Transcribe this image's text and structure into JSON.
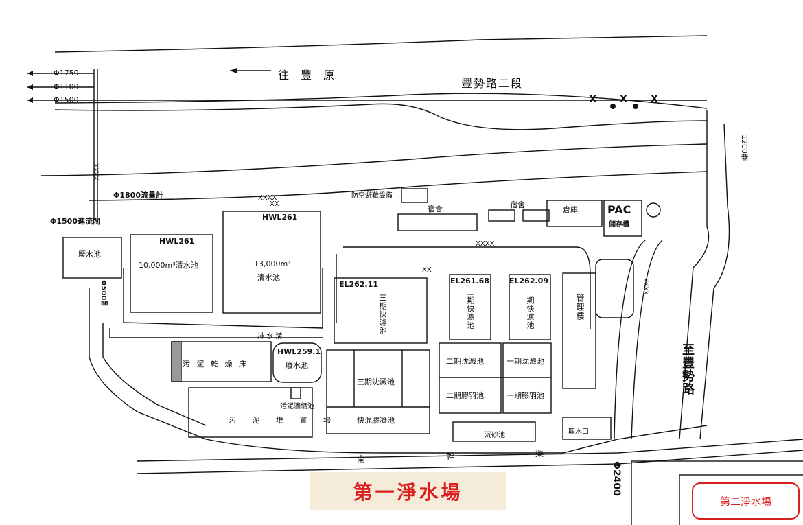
{
  "title": "第一淨水場",
  "second_plant": "第二淨水場",
  "roads": {
    "to_fengyuan": "往 豐 原",
    "fengshi_road": "豐勢路二段",
    "lane_1200": "1200巷",
    "to_fengshi_road": "至豐勢路",
    "nangan_canal": [
      "南",
      "幹",
      "渠"
    ]
  },
  "pipes": {
    "phi1750": "Φ1750",
    "phi1100": "Φ1100",
    "phi1500": "Φ1500",
    "phi1800_meter": "Φ1800流量計",
    "phi1500_valve": "Φ1500進流閥",
    "overflow": "Φ500㎜",
    "phi2400": "Φ2400",
    "xxxx": "XXXX",
    "xx": "XX",
    "xxx": "XXX",
    "x_marks": "X X X"
  },
  "facilities": {
    "waste_tank_left": "廢水池",
    "clear_10000": "10,000m³清水池",
    "clear_13000_a": "13,000m³",
    "clear_13000_b": "清水池",
    "hwl261_a": "HWL261",
    "hwl261_b": "HWL261",
    "hwl259": "HWL259.1",
    "waste_tank_mid": "廢水池",
    "drain_channel": "排 水 溝",
    "sludge_bed": "污 泥 乾 燥 床",
    "sludge_yard": "污 泥 堆 置 場",
    "sludge_thicken": "污泥濃縮池",
    "el262_11": "EL262.11",
    "el261_68": "EL261.68",
    "el262_09": "EL262.09",
    "filter_3": "三期快濾池",
    "filter_2": "二期快濾池",
    "filter_1": "一期快濾池",
    "sed_3": "三期沈澱池",
    "rapid_mix": "快混膠凝池",
    "sed_2": "二期沈澱池",
    "sed_1": "一期沈澱池",
    "floc_2": "二期膠羽池",
    "floc_1": "一期膠羽池",
    "grit": "沉砂池",
    "intake": "取水口",
    "mgmt": "管理樓",
    "dorm_a": "宿舍",
    "dorm_b": "宿舍",
    "warehouse": "倉庫",
    "air_defense": "防空避難設備",
    "pac": "PAC",
    "pac_sub": "儲存槽"
  }
}
